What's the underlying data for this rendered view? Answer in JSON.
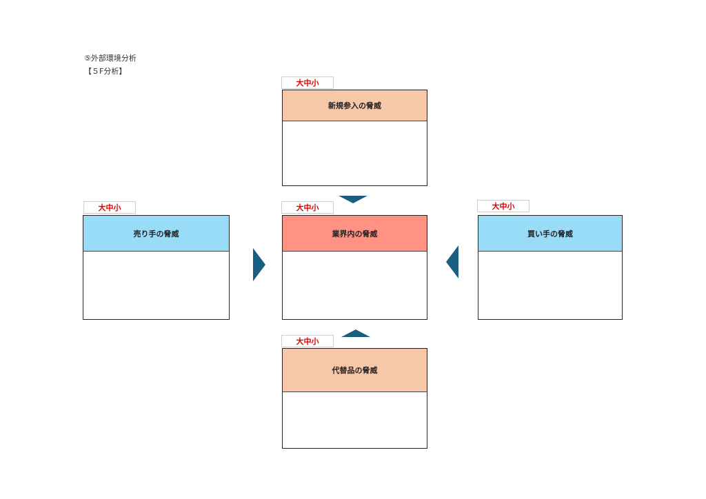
{
  "headings": {
    "section": "⑤外部環境分析",
    "sub": "【５F分析】"
  },
  "colors": {
    "peach": "#f7c7a9",
    "salmon": "#ff9282",
    "sky": "#98dcf7",
    "arrow": "#1b5e82",
    "tag_text": "#e00000"
  },
  "boxes": {
    "new_entrants": {
      "tag": "大中小",
      "title": "新規参入の脅威"
    },
    "suppliers": {
      "tag": "大中小",
      "title": "売り手の脅威"
    },
    "industry": {
      "tag": "大中小",
      "title": "業界内の脅威"
    },
    "buyers": {
      "tag": "大中小",
      "title": "買い手の脅威"
    },
    "substitutes": {
      "tag": "大中小",
      "title": "代替品の脅威"
    }
  },
  "arrows": [
    "arrow-down",
    "arrow-right",
    "arrow-left",
    "arrow-up"
  ]
}
